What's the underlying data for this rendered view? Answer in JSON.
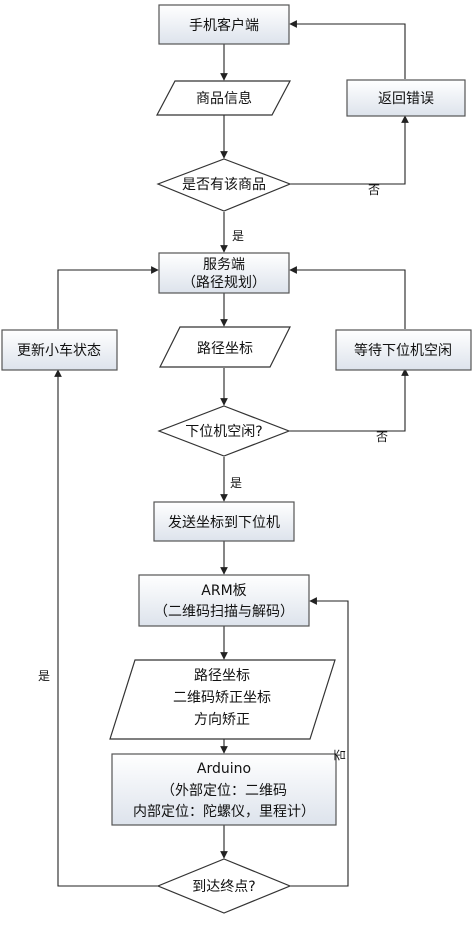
{
  "nodes": {
    "client": "手机客户端",
    "product_info": "商品信息",
    "has_product": "是否有该商品",
    "return_error": "返回错误",
    "server_line1": "服务端",
    "server_line2": "（路径规划）",
    "path_coord": "路径坐标",
    "update_car": "更新小车状态",
    "wait_idle": "等待下位机空闲",
    "lower_idle": "下位机空闲?",
    "send_coord": "发送坐标到下位机",
    "arm_line1": "ARM板",
    "arm_line2": "（二维码扫描与解码）",
    "path_info_line1": "路径坐标",
    "path_info_line2": "二维码矫正坐标",
    "path_info_line3": "方向矫正",
    "arduino_line1": "Arduino",
    "arduino_line2": "（外部定位：二维码",
    "arduino_line3": "内部定位：陀螺仪，里程计）",
    "reach_end": "到达终点?"
  },
  "edge_labels": {
    "yes_product": "是",
    "no_product": "否",
    "yes_idle": "是",
    "no_idle": "否",
    "yes_end": "是",
    "no_end": "否"
  },
  "colors": {
    "box_fill_top": "#ffffff",
    "box_fill_bottom": "#dde3ec",
    "stroke": "#333333"
  }
}
